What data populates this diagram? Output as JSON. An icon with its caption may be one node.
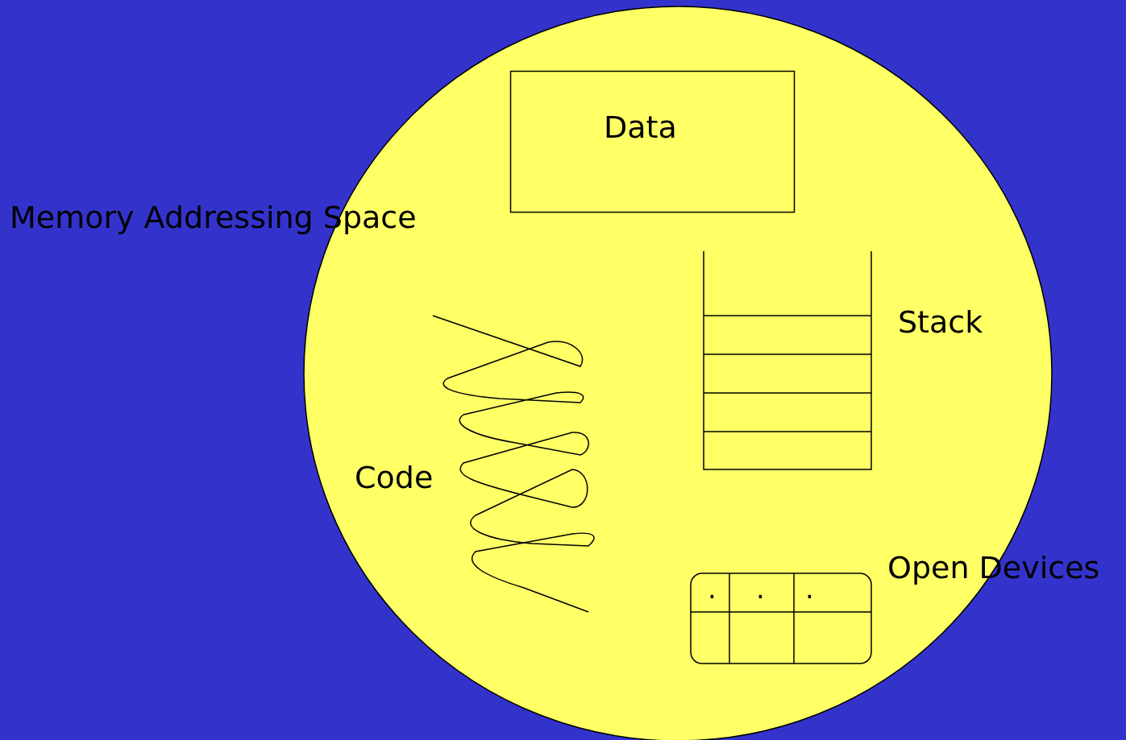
{
  "diagram": {
    "nodes": [
      {
        "text": [
          "Memory Addressing Space"
        ]
      },
      {
        "text": [
          "Data"
        ],
        "in": 0
      },
      {
        "text": [
          "Stack"
        ],
        "in": 0
      },
      {
        "text": [
          "Code"
        ],
        "in": 0
      },
      {
        "text": [
          "Open Devices",
          ".",
          ".",
          "."
        ],
        "in": 0
      }
    ],
    "edges": []
  }
}
